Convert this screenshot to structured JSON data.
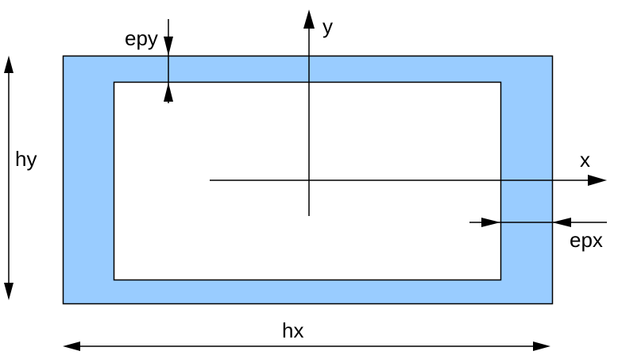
{
  "diagram": {
    "title": "Rectangular hollow section",
    "colors": {
      "wall_fill": "#99ccff",
      "inner_fill": "#ffffff",
      "stroke": "#000000"
    },
    "labels": {
      "y_axis": "y",
      "x_axis": "x",
      "wall_thickness_y": "epy",
      "wall_thickness_x": "epx",
      "height": "hy",
      "width": "hx"
    }
  }
}
